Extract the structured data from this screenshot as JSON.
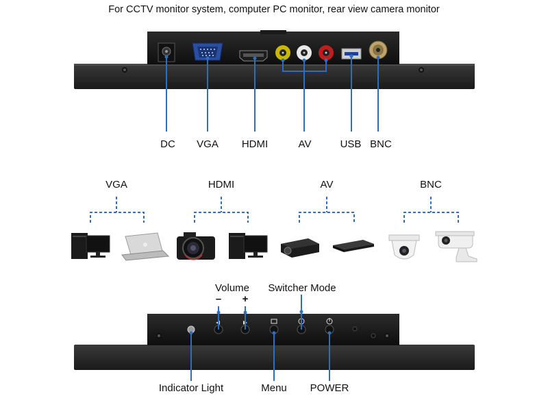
{
  "title": "For CCTV monitor system, computer PC monitor, rear view camera monitor",
  "ports": {
    "dc": "DC",
    "vga": "VGA",
    "hdmi": "HDMI",
    "av": "AV",
    "usb": "USB",
    "bnc": "BNC"
  },
  "sources": {
    "vga": {
      "label": "VGA",
      "devices": [
        "desktop-computer-icon",
        "laptop-icon"
      ]
    },
    "hdmi": {
      "label": "HDMI",
      "devices": [
        "dslr-camera-icon",
        "desktop-computer-icon"
      ]
    },
    "av": {
      "label": "AV",
      "devices": [
        "projector-icon",
        "set-top-box-icon"
      ]
    },
    "bnc": {
      "label": "BNC",
      "devices": [
        "dome-camera-icon",
        "bullet-camera-icon"
      ]
    }
  },
  "buttons": {
    "volume": "Volume",
    "minus": "–",
    "plus": "+",
    "switcher": "Switcher Mode",
    "indicator": "Indicator Light",
    "menu": "Menu",
    "power": "POWER"
  },
  "colors": {
    "leader": "#2c6fbf",
    "panel": "#2a2a2a",
    "panel_dark": "#161616"
  }
}
